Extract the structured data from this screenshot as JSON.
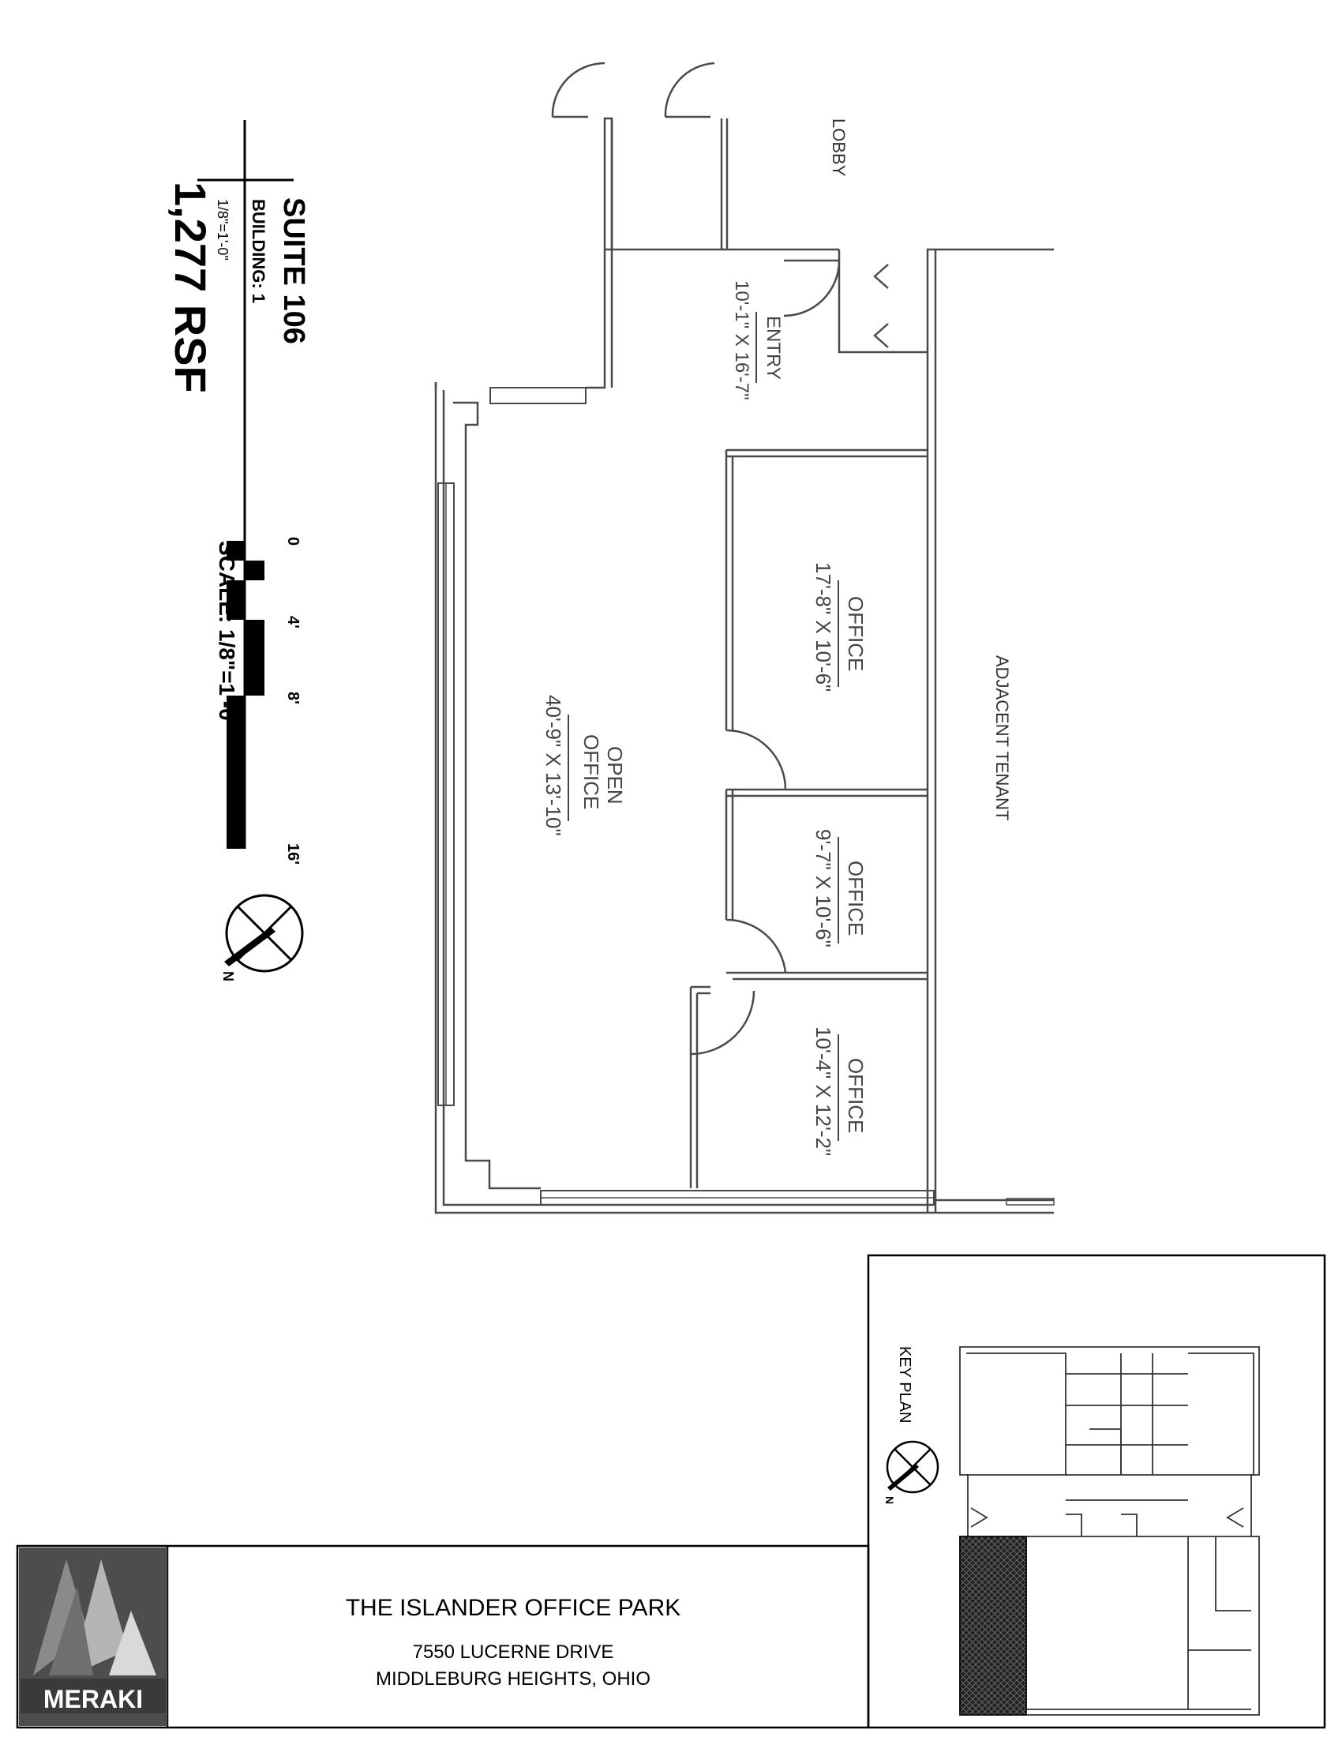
{
  "suite": {
    "name": "SUITE 106",
    "building": "BUILDING: 1",
    "scale_note": "1/8\"=1'-0\"",
    "area": "1,277 RSF"
  },
  "scale_bar": {
    "ticks": [
      "0",
      "4'",
      "8'",
      "16'"
    ],
    "label": "SCALE: 1/8\"=1'-0\""
  },
  "north_arrow": {
    "letter": "N"
  },
  "rooms": {
    "lobby": {
      "name": "LOBBY"
    },
    "entry": {
      "name": "ENTRY",
      "dims": "10'-1\" X 16'-7\""
    },
    "office_1": {
      "name": "OFFICE",
      "dims": "17'-8\" X 10'-6\""
    },
    "office_2": {
      "name": "OFFICE",
      "dims": "9'-7\" X 10'-6\""
    },
    "office_3": {
      "name": "OFFICE",
      "dims": "10'-4\" X 12'-2\""
    },
    "open_office": {
      "name_line1": "OPEN",
      "name_line2": "OFFICE",
      "dims": "40'-9\" X 13'-10\""
    },
    "adjacent": {
      "name": "ADJACENT TENANT"
    }
  },
  "key_plan": {
    "label": "KEY PLAN",
    "north_letter": "N"
  },
  "title_block": {
    "logo_text": "MERAKI",
    "property": "THE ISLANDER OFFICE PARK",
    "address_line1": "7550 LUCERNE DRIVE",
    "address_line2": "MIDDLEBURG HEIGHTS, OHIO"
  },
  "colors": {
    "line": "#4a4a4a",
    "ink": "#000000",
    "logo_bg": "#4d4d4d"
  }
}
